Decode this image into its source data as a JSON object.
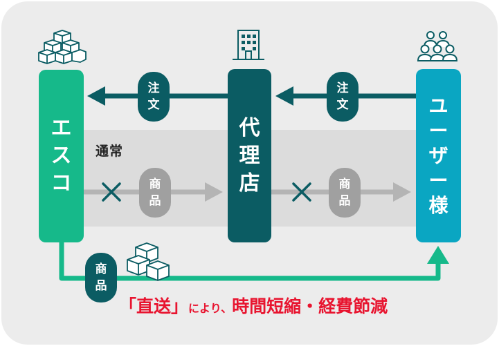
{
  "nodes": {
    "esco": "エスコ",
    "agency": "代理店",
    "user": "ユーザー様"
  },
  "band": {
    "label": "通常"
  },
  "pills": {
    "order_left": "注文",
    "order_right": "注文",
    "goods_left": "商品",
    "goods_right": "商品",
    "goods_direct": "商品"
  },
  "caption": {
    "bracket_open": "「",
    "emphasis": "直送",
    "bracket_close": "」",
    "middle": "により、",
    "rest": "時間短縮・経費節減"
  },
  "colors": {
    "esco": "#16b98a",
    "agency": "#0b5c63",
    "user": "#0aa6c2",
    "caption": "#e8142f",
    "gray_arrow": "#b4b4b4"
  },
  "icons": [
    "boxes-stack-icon",
    "building-icon",
    "people-group-icon",
    "boxes-icon",
    "cross-icon"
  ]
}
